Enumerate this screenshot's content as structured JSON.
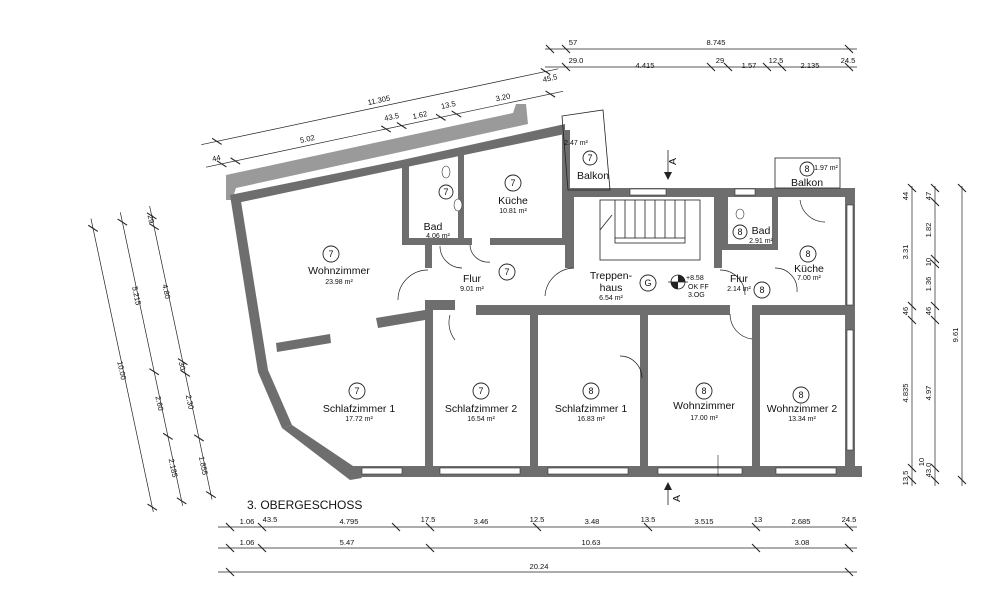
{
  "floor_label": "3. OBERGESCHOSS",
  "rooms": [
    {
      "name": "Wohnzimmer",
      "area": "23.98 m²",
      "unit": "7"
    },
    {
      "name": "Bad",
      "area": "4.06 m²",
      "unit": "7"
    },
    {
      "name": "Küche",
      "area": "10.81 m²",
      "unit": "7"
    },
    {
      "name": "Balkon",
      "area": "2.47 m²",
      "unit": "7"
    },
    {
      "name": "Flur",
      "area": "9.01 m²",
      "unit": "7"
    },
    {
      "name": "Schlafzimmer 1",
      "area": "17.72 m²",
      "unit": "7"
    },
    {
      "name": "Schlafzimmer 2",
      "area": "16.54 m²",
      "unit": "7"
    },
    {
      "name": "Treppen-",
      "name2": "haus",
      "area": "6.54 m²",
      "unit": "G"
    },
    {
      "name": "Schlafzimmer 1",
      "area": "16.83 m²",
      "unit": "8"
    },
    {
      "name": "Wohnzimmer",
      "area": "17.00 m²",
      "unit": "8"
    },
    {
      "name": "Wohnzimmer 2",
      "area": "13.34 m²",
      "unit": "8"
    },
    {
      "name": "Flur",
      "area": "2.14 m²",
      "unit": "8"
    },
    {
      "name": "Küche",
      "area": "7.00 m²",
      "unit": "8"
    },
    {
      "name": "Bad",
      "area": "2.91 m²",
      "unit": "8"
    },
    {
      "name": "Balkon",
      "area": "1.97 m²",
      "unit": "8"
    }
  ],
  "level_marker": {
    "elevation": "+8.58",
    "line1": "OK FF",
    "line2": "3.OG"
  },
  "section_mark": "A",
  "dims": {
    "top_right_total": "8.745",
    "top_right_a": "57",
    "top_right_row": [
      "29.0",
      "4.415",
      "29",
      "1.57",
      "12.5",
      "2.135",
      "24.5"
    ],
    "top_left_total": "11.305",
    "top_left_45": "45.5",
    "top_left_row": [
      "44",
      "5.02",
      "43.5",
      "1.62",
      "13.5",
      "3.20"
    ],
    "left_outer": "10.00",
    "left_mid": [
      "5.215",
      "2.60",
      "2.185"
    ],
    "left_inner": [
      "29",
      "4.80",
      "30",
      "2.30",
      "1.855"
    ],
    "right_outer": "9.61",
    "right_mid": [
      "3.31",
      "4.835"
    ],
    "right_inner": [
      "44",
      "47",
      "1.82",
      "10",
      "1.36",
      "46",
      "46",
      "4.97",
      "13.5",
      "43.0",
      "10"
    ],
    "bottom_row1": [
      "1.06",
      "43.5",
      "4.795",
      "17.5",
      "3.46",
      "12.5",
      "3.48",
      "13.5",
      "3.515",
      "13",
      "2.685",
      "24.5"
    ],
    "bottom_row2": [
      "1.06",
      "5.47",
      "10.63",
      "3.08"
    ],
    "bottom_total": "20.24"
  }
}
